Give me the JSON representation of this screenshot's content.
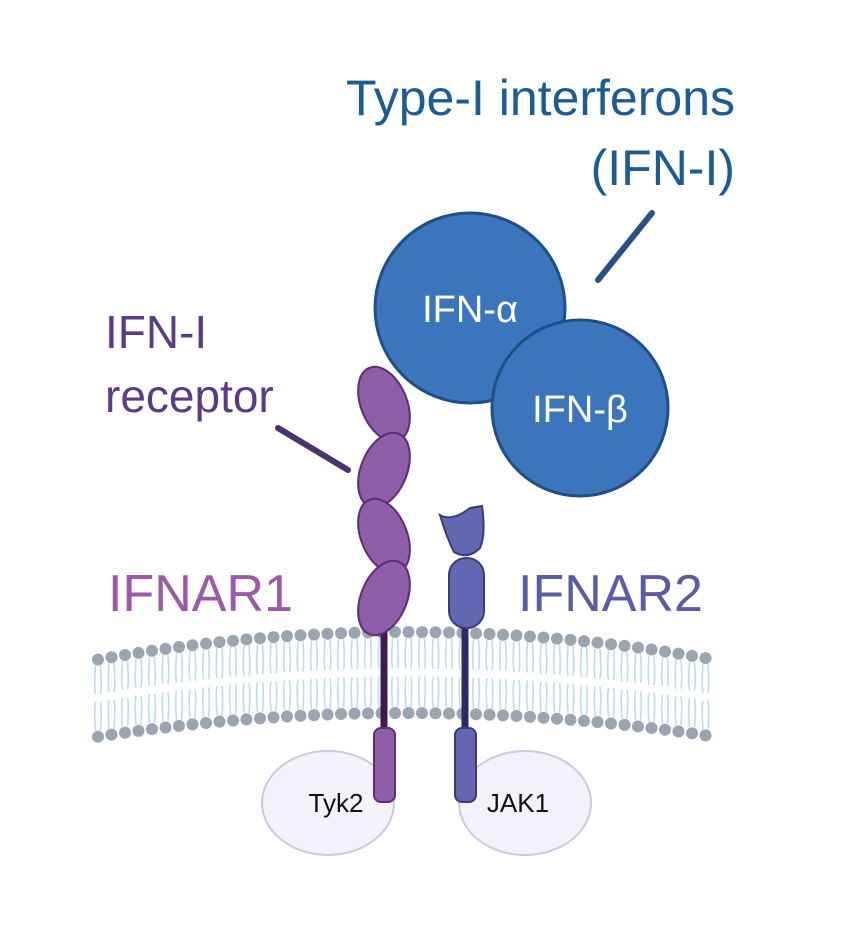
{
  "ligands": {
    "title_line1": "Type-I interferons",
    "title_line2": "(IFN-I)",
    "ifn_alpha": "IFN-α",
    "ifn_beta": "IFN-β"
  },
  "receptor": {
    "label_line1": "IFN-I",
    "label_line2": "receptor",
    "subunit1": "IFNAR1",
    "subunit2": "IFNAR2"
  },
  "kinases": {
    "tyk2": "Tyk2",
    "jak1": "JAK1"
  },
  "colors": {
    "ligand_fill": "#3b76bd",
    "ligand_stroke": "#1f4f86",
    "title": "#1c5c94",
    "receptor_label": "#5b3a8a",
    "ifnar1": "#9a5aa8",
    "ifnar1_domain": "#8f5ea8",
    "ifnar2": "#5a5ca6",
    "ifnar2_domain": "#6366b1",
    "membrane_head": "#9aa5b1",
    "membrane_tail": "#bfdcec",
    "kinase_fill": "#f4f1fa",
    "kinase_stroke": "#cfc6e2"
  }
}
